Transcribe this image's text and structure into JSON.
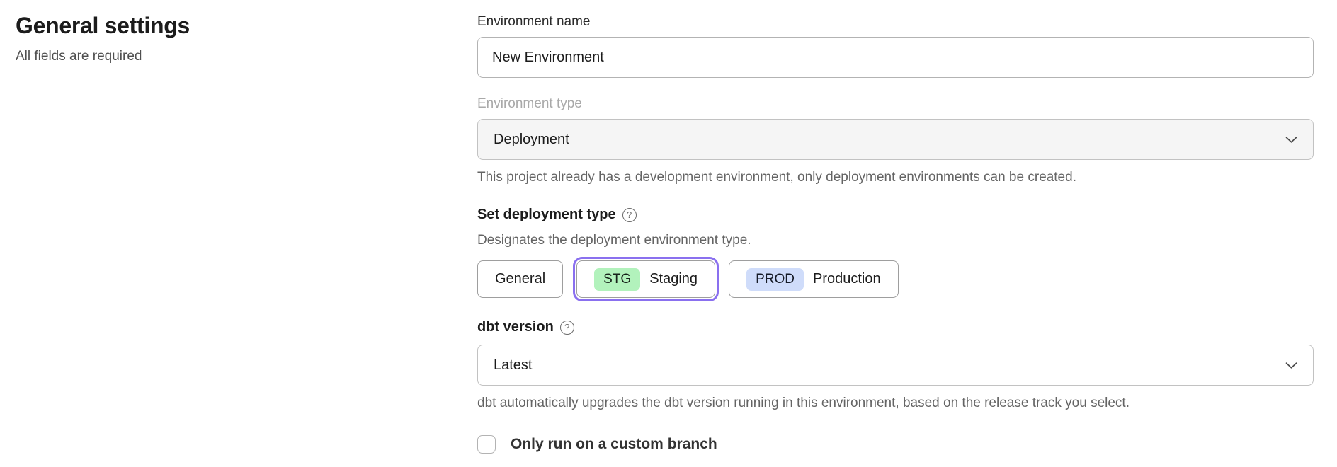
{
  "header": {
    "title": "General settings",
    "subtitle": "All fields are required"
  },
  "form": {
    "environment_name": {
      "label": "Environment name",
      "value": "New Environment"
    },
    "environment_type": {
      "label": "Environment type",
      "value": "Deployment",
      "disabled": true,
      "helper": "This project already has a development environment, only deployment environments can be created."
    },
    "deployment_type": {
      "label": "Set deployment type",
      "description": "Designates the deployment environment type.",
      "options": [
        {
          "label": "General",
          "badge": "",
          "selected": false
        },
        {
          "label": "Staging",
          "badge": "STG",
          "selected": true
        },
        {
          "label": "Production",
          "badge": "PROD",
          "selected": false
        }
      ]
    },
    "dbt_version": {
      "label": "dbt version",
      "value": "Latest",
      "helper": "dbt automatically upgrades the dbt version running in this environment, based on the release track you select."
    },
    "custom_branch": {
      "label": "Only run on a custom branch",
      "checked": false
    }
  },
  "icons": {
    "help": "?"
  },
  "colors": {
    "accent_ring": "#8a70ef",
    "staging_badge_bg": "#b2f2bc",
    "production_badge_bg": "#cfdcfa",
    "disabled_field_bg": "#f5f5f5"
  }
}
